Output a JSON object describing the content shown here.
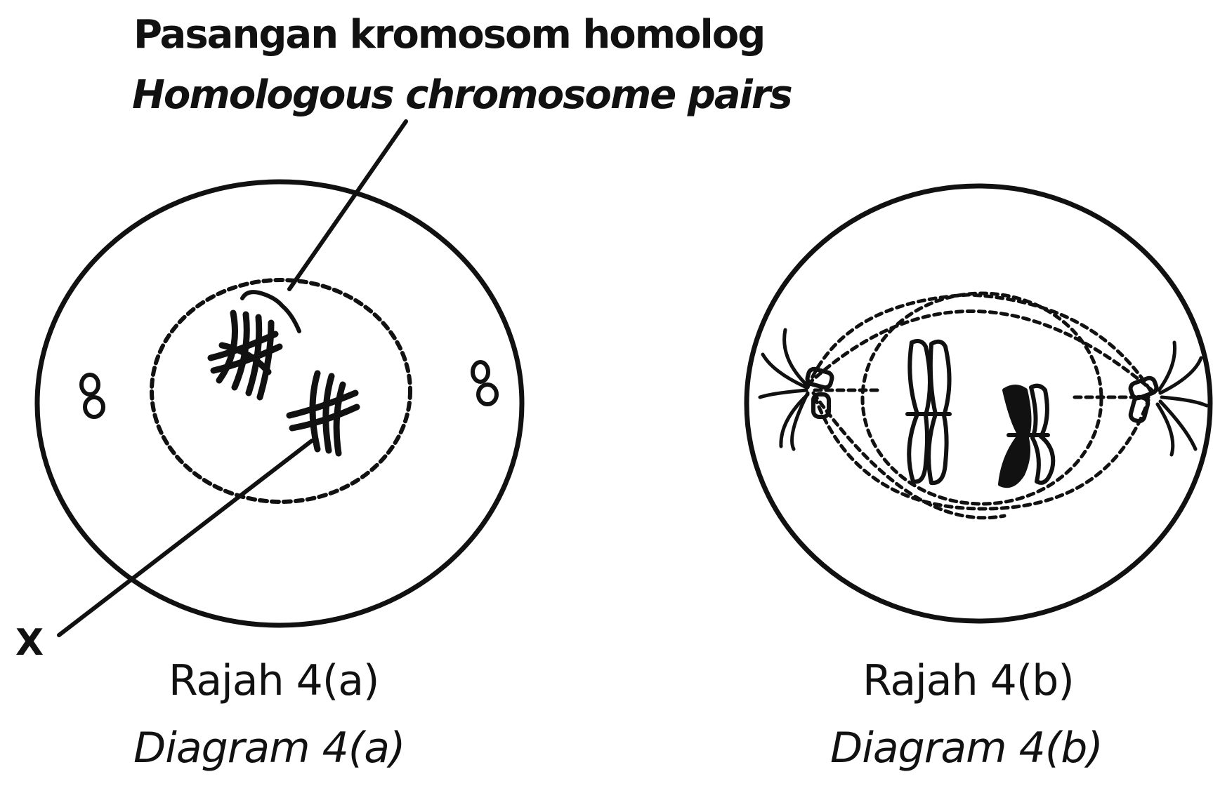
{
  "labels": {
    "title_ms": "Pasangan kromosom homolog",
    "title_en": "Homologous chromosome pairs",
    "x_marker": "X",
    "diagram_a_ms": "Rajah 4(a)",
    "diagram_a_en": "Diagram 4(a)",
    "diagram_b_ms": "Rajah 4(b)",
    "diagram_b_en": "Diagram 4(b)"
  },
  "colors": {
    "ink": "#111111",
    "background": "#ffffff"
  }
}
